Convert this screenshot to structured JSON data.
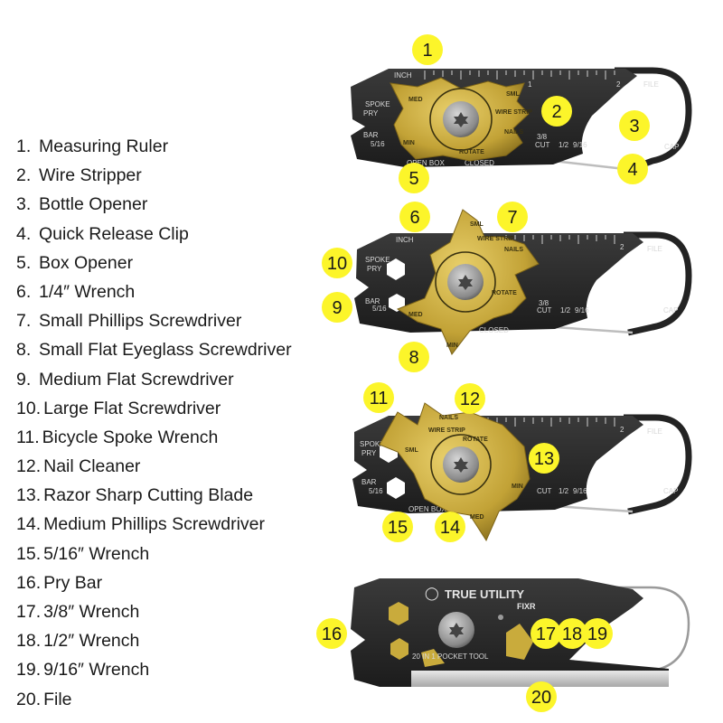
{
  "features": [
    {
      "num": "1.",
      "label": "Measuring Ruler"
    },
    {
      "num": "2.",
      "label": "Wire Stripper"
    },
    {
      "num": "3.",
      "label": "Bottle Opener"
    },
    {
      "num": "4.",
      "label": "Quick Release Clip"
    },
    {
      "num": "5.",
      "label": "Box Opener"
    },
    {
      "num": "6.",
      "label": "1/4″ Wrench"
    },
    {
      "num": "7.",
      "label": "Small Phillips Screwdriver"
    },
    {
      "num": "8.",
      "label": "Small Flat Eyeglass Screwdriver"
    },
    {
      "num": "9.",
      "label": "Medium Flat Screwdriver"
    },
    {
      "num": "10.",
      "label": "Large Flat Screwdriver"
    },
    {
      "num": "11.",
      "label": "Bicycle Spoke Wrench"
    },
    {
      "num": "12.",
      "label": "Nail Cleaner"
    },
    {
      "num": "13.",
      "label": "Razor Sharp Cutting Blade"
    },
    {
      "num": "14.",
      "label": "Medium Phillips Screwdriver"
    },
    {
      "num": "15.",
      "label": "5/16″ Wrench"
    },
    {
      "num": "16.",
      "label": "Pry Bar"
    },
    {
      "num": "17.",
      "label": "3/8″ Wrench"
    },
    {
      "num": "18.",
      "label": "1/2″ Wrench"
    },
    {
      "num": "19.",
      "label": "9/16″ Wrench"
    },
    {
      "num": "20.",
      "label": "File"
    }
  ],
  "callouts": {
    "c1": "1",
    "c2": "2",
    "c3": "3",
    "c4": "4",
    "c5": "5",
    "c6": "6",
    "c7": "7",
    "c8": "8",
    "c9": "9",
    "c10": "10",
    "c11": "11",
    "c12": "12",
    "c13": "13",
    "c14": "14",
    "c15": "15",
    "c16": "16",
    "c17": "17",
    "c18": "18",
    "c19": "19",
    "c20": "20"
  },
  "etchings": {
    "inch": "INCH",
    "ruler_1": "1",
    "ruler_2": "2",
    "file": "FILE",
    "cap": "CAP",
    "spoke": "SPOKE",
    "pry": "PRY",
    "bar": "BAR",
    "five_sixteenths": "5/16",
    "three_eighths": "3/8",
    "cut": "CUT",
    "half": "1/2",
    "nine_sixteenths": "9/16",
    "open_box": "OPEN BOX",
    "closed": "CLOSED",
    "med": "MED",
    "min": "MIN",
    "sml": "SML",
    "wire_strip": "WIRE STRIP",
    "nails": "NAILS",
    "rotate": "ROTATE",
    "brand": "TRUE UTILITY",
    "model": "FIXR",
    "pocket_tool": "20 IN 1 POCKET TOOL"
  },
  "colors": {
    "callout": "#fcf52a",
    "tool_body": "#232323",
    "gold": "#c9ab3c",
    "text": "#1a1a1a"
  }
}
